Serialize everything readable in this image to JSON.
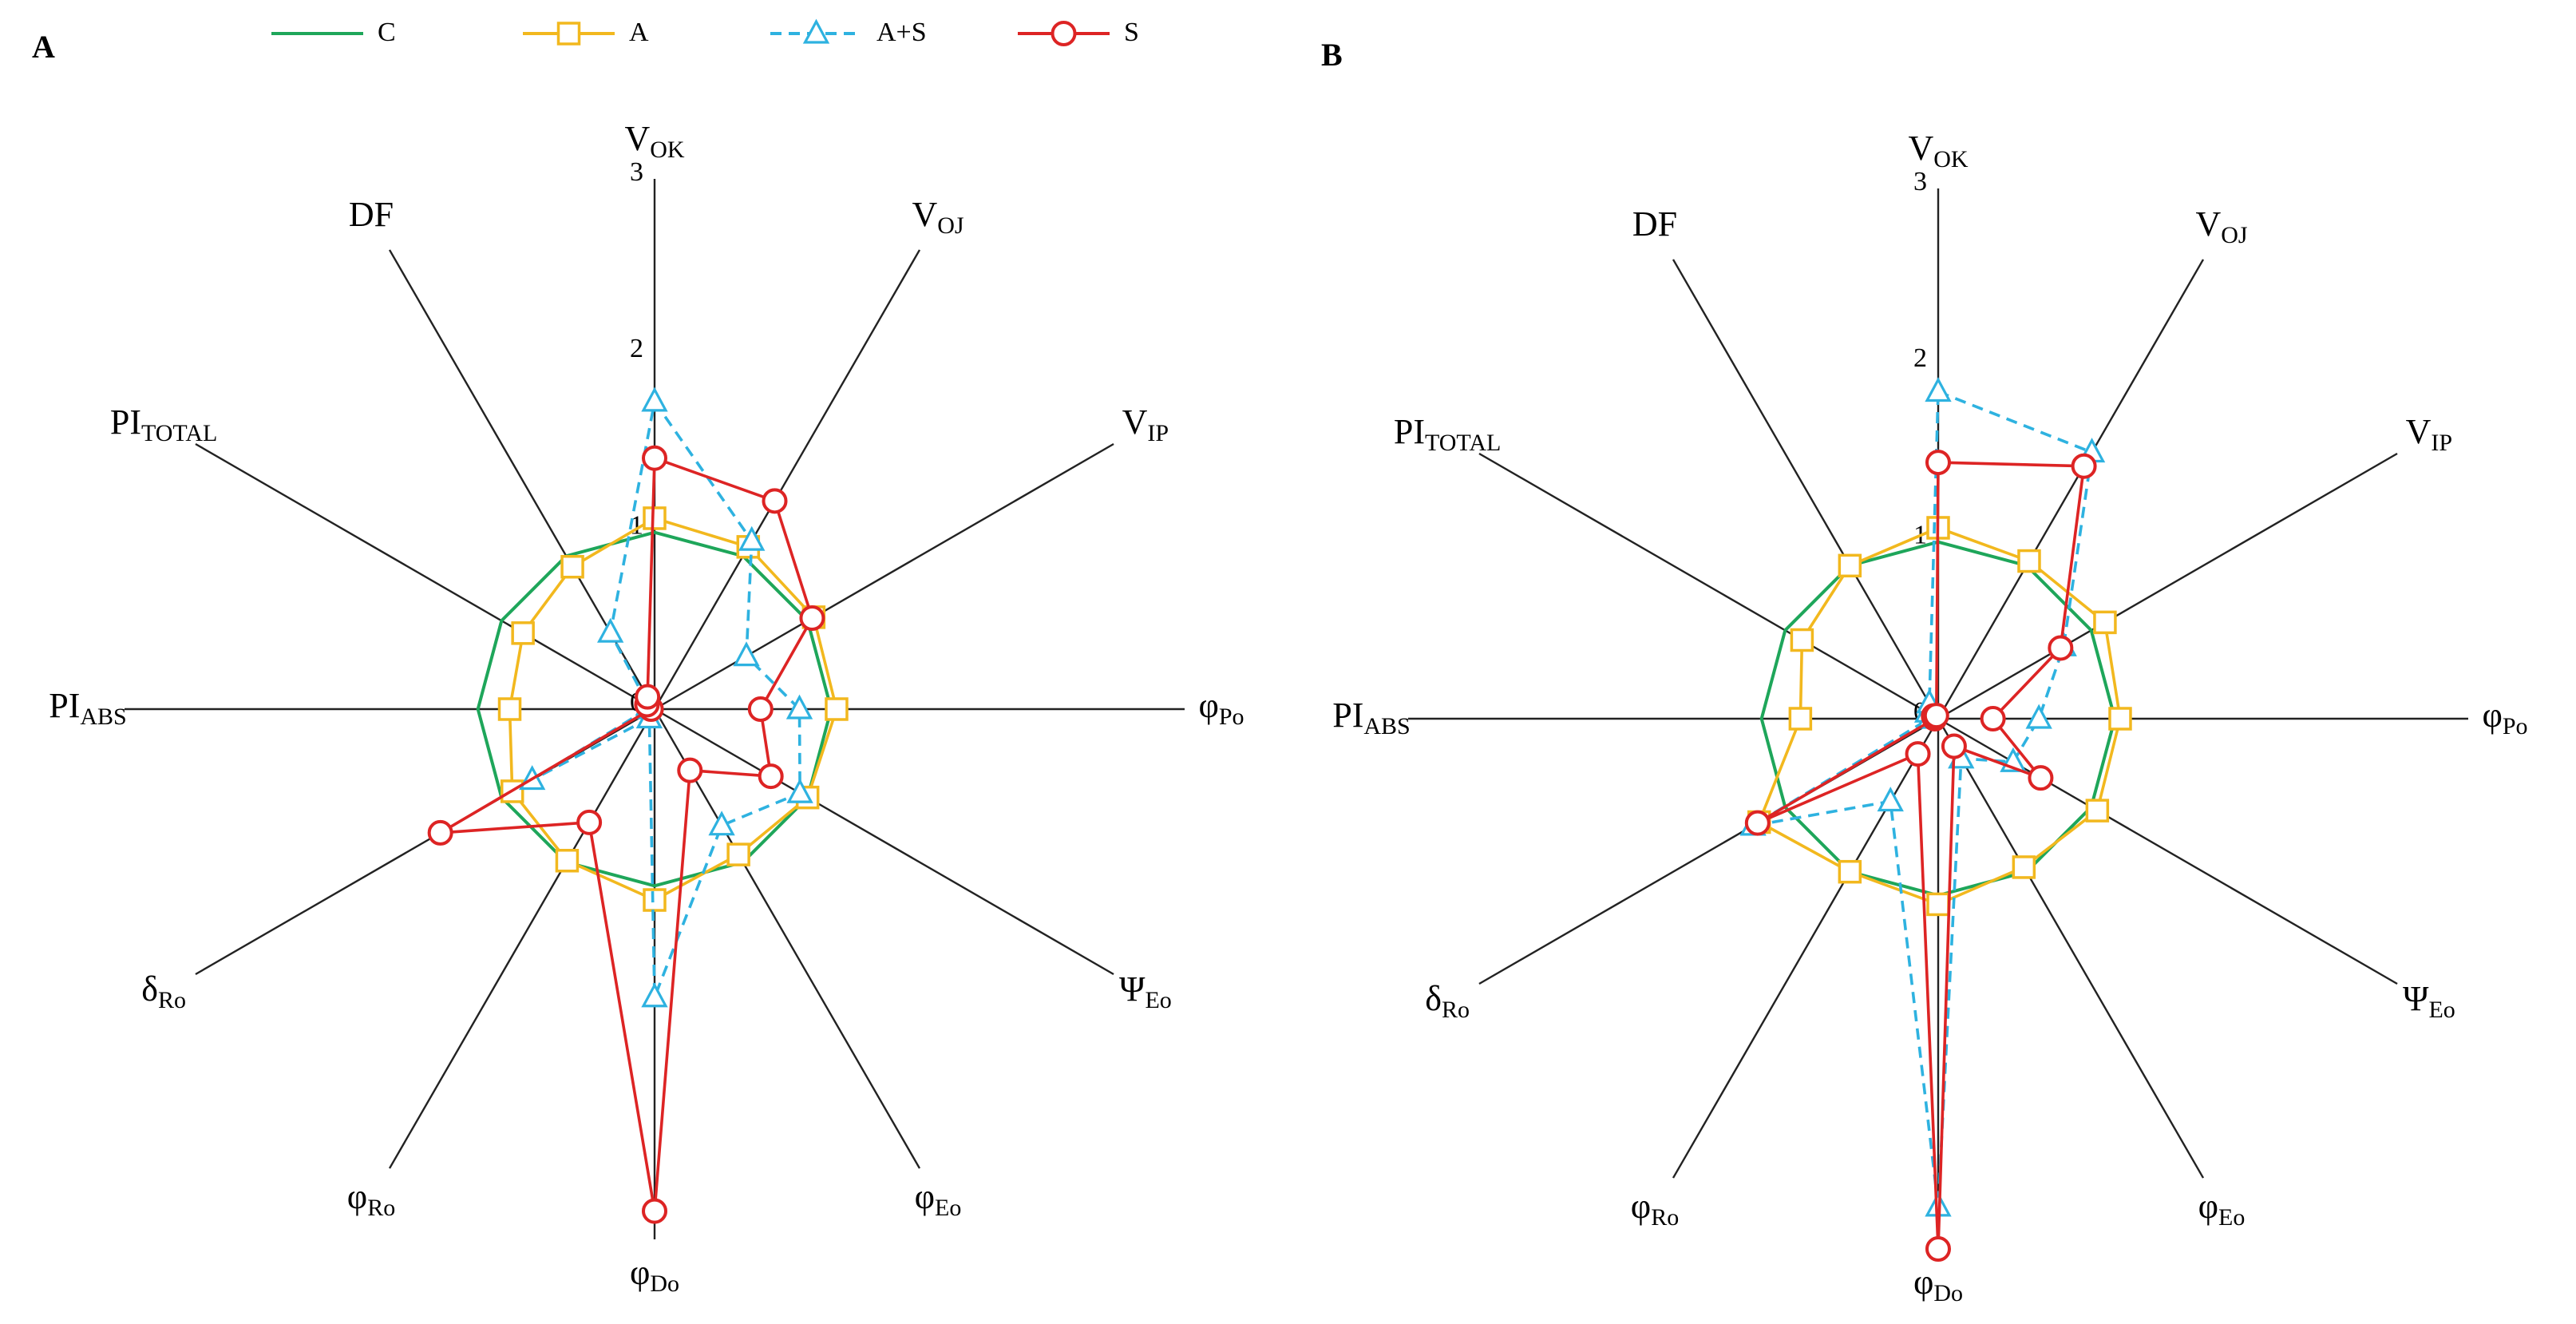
{
  "legend": [
    {
      "key": "C",
      "label": "C"
    },
    {
      "key": "A",
      "label": "A"
    },
    {
      "key": "AS",
      "label": "A+S"
    },
    {
      "key": "S",
      "label": "S"
    }
  ],
  "colors": {
    "C": "#1ea65a",
    "A": "#f2b81e",
    "AS": "#2eb2e0",
    "S": "#dd2424"
  },
  "chart_data": [
    {
      "type": "radar",
      "panel_label": "A",
      "axes": [
        {
          "base": "V",
          "sub": "OK"
        },
        {
          "base": "V",
          "sub": "OJ"
        },
        {
          "base": "V",
          "sub": "IP"
        },
        {
          "base": "φ",
          "sub": "Po"
        },
        {
          "base": "Ψ",
          "sub": "Eo"
        },
        {
          "base": "φ",
          "sub": "Eo"
        },
        {
          "base": "φ",
          "sub": "Do"
        },
        {
          "base": "φ",
          "sub": "Ro"
        },
        {
          "base": "δ",
          "sub": "Ro"
        },
        {
          "base": "PI",
          "sub": "ABS"
        },
        {
          "base": "PI",
          "sub": "TOTAL"
        },
        {
          "base": "DF",
          "sub": ""
        }
      ],
      "ticks": [
        "0",
        "1",
        "2",
        "3"
      ],
      "rmax": 3,
      "series": [
        {
          "key": "C",
          "values": [
            1,
            1,
            1,
            1,
            1,
            1,
            1,
            1,
            1,
            1,
            1,
            1
          ]
        },
        {
          "key": "A",
          "values": [
            1.08,
            1.06,
            1.04,
            1.03,
            1.0,
            0.95,
            1.08,
            0.99,
            0.93,
            0.82,
            0.86,
            0.93
          ]
        },
        {
          "key": "AS",
          "values": [
            1.74,
            1.1,
            0.6,
            0.82,
            0.95,
            0.76,
            1.63,
            0.06,
            0.8,
            0.04,
            0.04,
            0.5
          ]
        },
        {
          "key": "S",
          "values": [
            1.42,
            1.36,
            1.03,
            0.6,
            0.76,
            0.4,
            2.84,
            0.74,
            1.4,
            0.02,
            0.05,
            0.08
          ]
        }
      ]
    },
    {
      "type": "radar",
      "panel_label": "B",
      "axes": [
        {
          "base": "V",
          "sub": "OK"
        },
        {
          "base": "V",
          "sub": "OJ"
        },
        {
          "base": "V",
          "sub": "IP"
        },
        {
          "base": "φ",
          "sub": "Po"
        },
        {
          "base": "Ψ",
          "sub": "Eo"
        },
        {
          "base": "φ",
          "sub": "Eo"
        },
        {
          "base": "φ",
          "sub": "Do"
        },
        {
          "base": "φ",
          "sub": "Ro"
        },
        {
          "base": "δ",
          "sub": "Ro"
        },
        {
          "base": "PI",
          "sub": "ABS"
        },
        {
          "base": "PI",
          "sub": "TOTAL"
        },
        {
          "base": "DF",
          "sub": ""
        }
      ],
      "ticks": [
        "0",
        "1",
        "2",
        "3"
      ],
      "rmax": 3,
      "series": [
        {
          "key": "C",
          "values": [
            1,
            1,
            1,
            1,
            1,
            1,
            1,
            1,
            1,
            1,
            1,
            1
          ]
        },
        {
          "key": "A",
          "values": [
            1.08,
            1.03,
            1.09,
            1.03,
            1.04,
            0.97,
            1.05,
            1.0,
            1.17,
            0.78,
            0.89,
            1.0
          ]
        },
        {
          "key": "AS",
          "values": [
            1.85,
            1.74,
            0.82,
            0.57,
            0.49,
            0.26,
            2.76,
            0.54,
            1.21,
            0.05,
            0.07,
            0.1
          ]
        },
        {
          "key": "S",
          "values": [
            1.45,
            1.65,
            0.8,
            0.31,
            0.67,
            0.18,
            3.0,
            0.23,
            1.18,
            0.02,
            0.03,
            0.02
          ]
        }
      ]
    }
  ]
}
